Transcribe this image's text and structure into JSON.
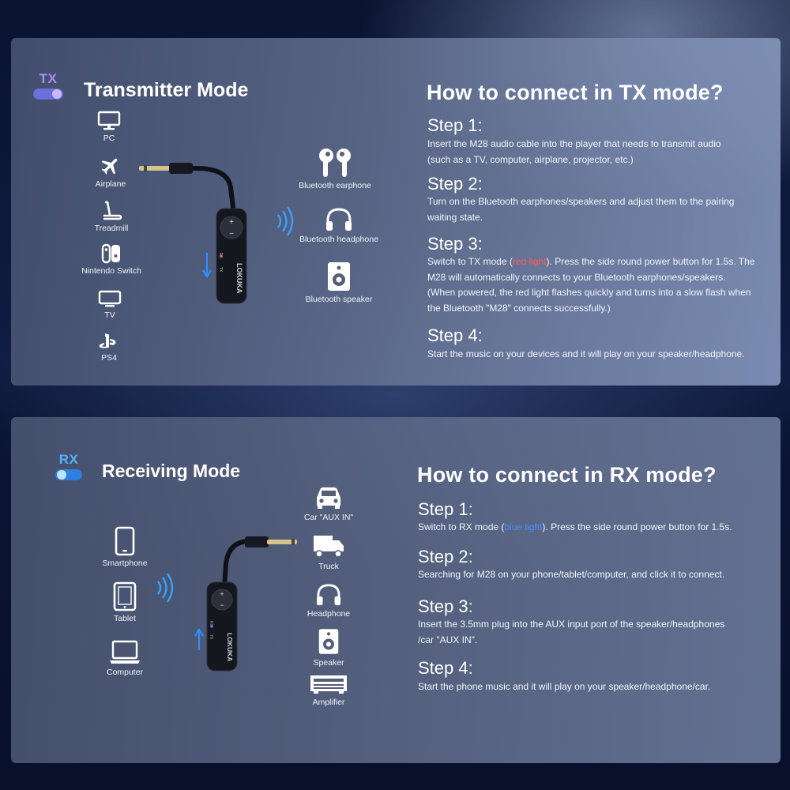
{
  "tx": {
    "tag": "TX",
    "title": "Transmitter Mode",
    "howto": "How to connect in TX mode?",
    "sources": [
      {
        "label": "PC",
        "icon": "monitor-icon"
      },
      {
        "label": "Airplane",
        "icon": "airplane-icon"
      },
      {
        "label": "Treadmill",
        "icon": "treadmill-icon"
      },
      {
        "label": "Nintendo Switch",
        "icon": "game-switch-icon"
      },
      {
        "label": "TV",
        "icon": "tv-icon"
      },
      {
        "label": "PS4",
        "icon": "playstation-icon"
      }
    ],
    "targets": [
      {
        "label": "Bluetooth earphone",
        "icon": "earbuds-icon"
      },
      {
        "label": "Bluetooth headphone",
        "icon": "headphone-icon"
      },
      {
        "label": "Bluetooth speaker",
        "icon": "speaker-icon"
      }
    ],
    "steps": [
      {
        "title": "Step 1:",
        "lines": [
          "Insert the M28 audio cable into the player that needs to transmit audio",
          "(such as a TV, computer, airplane, projector, etc.)"
        ]
      },
      {
        "title": "Step 2:",
        "lines": [
          "Turn on the Bluetooth earphones/speakers and adjust them to the pairing",
          "waiting state."
        ]
      },
      {
        "title": "Step 3:",
        "pre": "Switch to TX mode (",
        "highlight": "red light",
        "post": "). Press the side round power button for 1.5s. The",
        "lines": [
          "M28 will automatically connects to your Bluetooth earphones/speakers.",
          "(When powered, the red light flashes quickly and turns into a slow flash when",
          "the Bluetooth \"M28\" connects successfully.)"
        ]
      },
      {
        "title": "Step 4:",
        "lines": [
          "Start the music on your devices and it will play on your speaker/headphone."
        ]
      }
    ]
  },
  "rx": {
    "tag": "RX",
    "title": "Receiving Mode",
    "howto": "How to connect in RX mode?",
    "sources": [
      {
        "label": "Smartphone",
        "icon": "smartphone-icon"
      },
      {
        "label": "Tablet",
        "icon": "tablet-icon"
      },
      {
        "label": "Computer",
        "icon": "laptop-icon"
      }
    ],
    "targets": [
      {
        "label": "Car \"AUX IN\"",
        "icon": "car-icon"
      },
      {
        "label": "Truck",
        "icon": "truck-icon"
      },
      {
        "label": "Headphone",
        "icon": "headphone-icon"
      },
      {
        "label": "Speaker",
        "icon": "speaker-icon"
      },
      {
        "label": "Amplifier",
        "icon": "amplifier-icon"
      }
    ],
    "steps": [
      {
        "title": "Step 1:",
        "pre": "Switch to RX mode (",
        "highlight": "blue light",
        "post": "). Press the side round power button for 1.5s.",
        "lines": []
      },
      {
        "title": "Step 2:",
        "lines": [
          "Searching for M28 on your phone/tablet/computer, and click it to connect."
        ]
      },
      {
        "title": "Step 3:",
        "lines": [
          "Insert the 3.5mm plug into the AUX input port of the speaker/headphones",
          "/car \"AUX IN\"."
        ]
      },
      {
        "title": "Step 4:",
        "lines": [
          "Start the phone music and it will play on your speaker/headphone/car."
        ]
      }
    ]
  },
  "device": {
    "brand": "LOKUKA",
    "plus": "+",
    "minus": "−",
    "switch_rx": "RX",
    "switch_tx": "TX"
  },
  "colors": {
    "red_light": "#ff5a5a",
    "blue_light": "#4a8cff",
    "tx_accent": "#a98dff",
    "rx_accent": "#4fb2ff"
  }
}
